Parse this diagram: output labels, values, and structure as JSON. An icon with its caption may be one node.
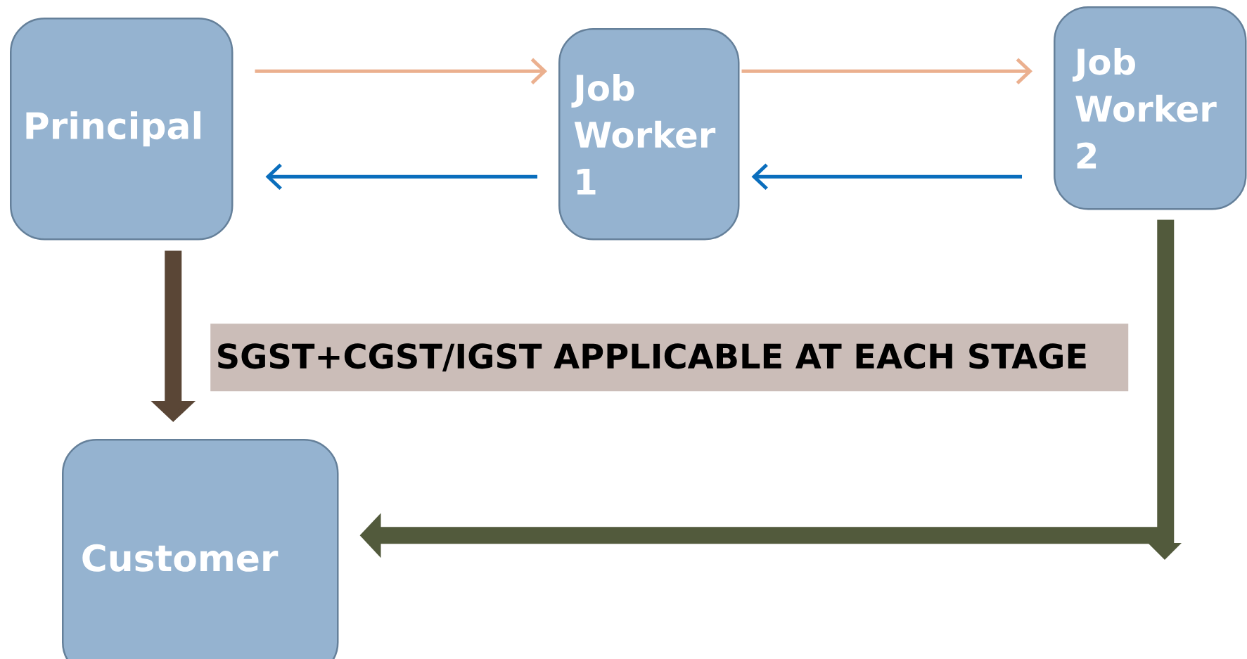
{
  "diagram": {
    "nodes": [
      {
        "text": [
          "Principal"
        ]
      },
      {
        "text": [
          "Job Worker 1"
        ]
      },
      {
        "text": [
          "Job Worker 2"
        ]
      },
      {
        "text": [
          "SGST+CGST/IGST APPLICABLE AT EACH STAGE"
        ]
      },
      {
        "text": [
          "Customer"
        ]
      }
    ],
    "edges": [
      {
        "from": 0,
        "to": 1,
        "arrow": "to",
        "color": "#ebb08f"
      },
      {
        "from": 1,
        "to": 2,
        "arrow": "to",
        "color": "#ebb08f"
      },
      {
        "from": 2,
        "to": 1,
        "arrow": "to",
        "color": "#0a6ebd"
      },
      {
        "from": 1,
        "to": 0,
        "arrow": "to",
        "color": "#0a6ebd"
      },
      {
        "from": 0,
        "to": 4,
        "arrow": "to",
        "style": "thick",
        "color": "#5a4636"
      },
      {
        "from": 2,
        "to": 4,
        "arrow": "to",
        "style": "thick",
        "color": "#525a3c"
      }
    ]
  }
}
